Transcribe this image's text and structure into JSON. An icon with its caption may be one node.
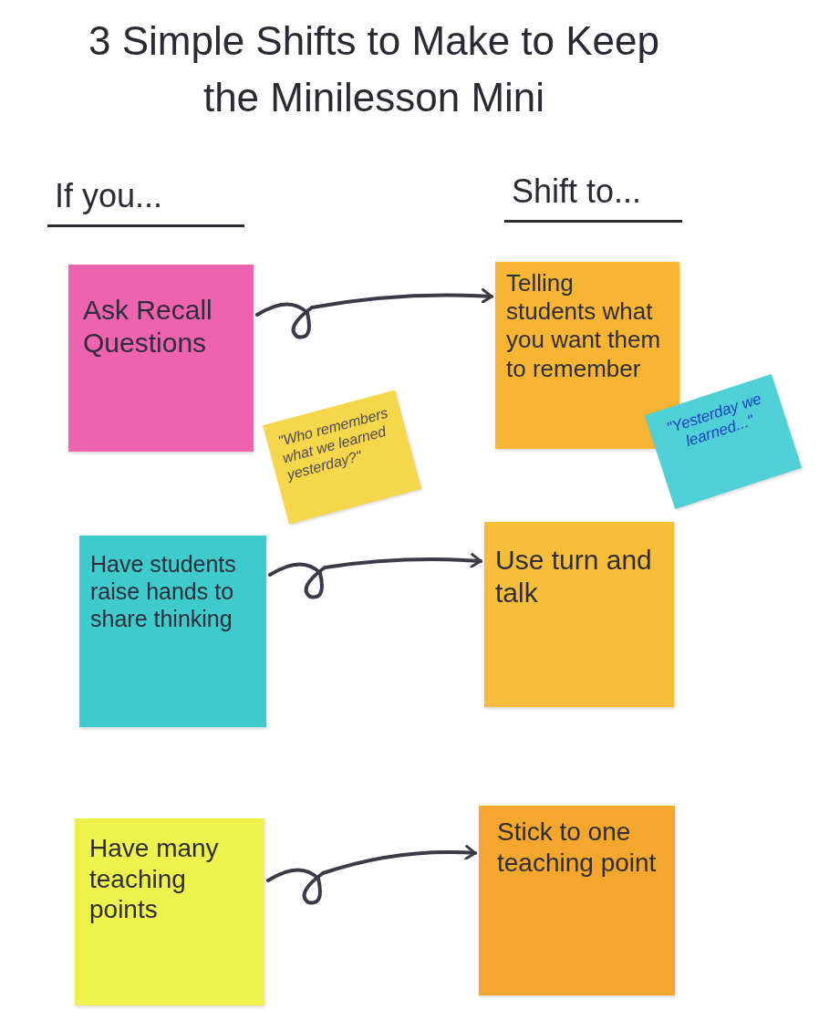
{
  "diagram": {
    "title": "3 Simple Shifts to Make to Keep the Minilesson Mini",
    "nodes": [
      {
        "text": [
          "Ask Recall Questions"
        ]
      },
      {
        "text": [
          "\"Who remembers what we learned yesterday?\""
        ]
      },
      {
        "text": [
          "Telling students what you want them to remember"
        ]
      },
      {
        "text": [
          "\"Yesterday we learned...\""
        ]
      },
      {
        "text": [
          "Have students raise hands to share thinking"
        ]
      },
      {
        "text": [
          "Use turn and talk"
        ]
      },
      {
        "text": [
          "Have many teaching points"
        ]
      },
      {
        "text": [
          "Stick to one teaching point"
        ]
      }
    ],
    "edges": [
      {
        "from": 0,
        "to": 2,
        "arrow": "to"
      },
      {
        "from": 4,
        "to": 5,
        "arrow": "to"
      },
      {
        "from": 6,
        "to": 7,
        "arrow": "to"
      }
    ],
    "labels": [
      "If you...",
      "Shift to..."
    ]
  }
}
